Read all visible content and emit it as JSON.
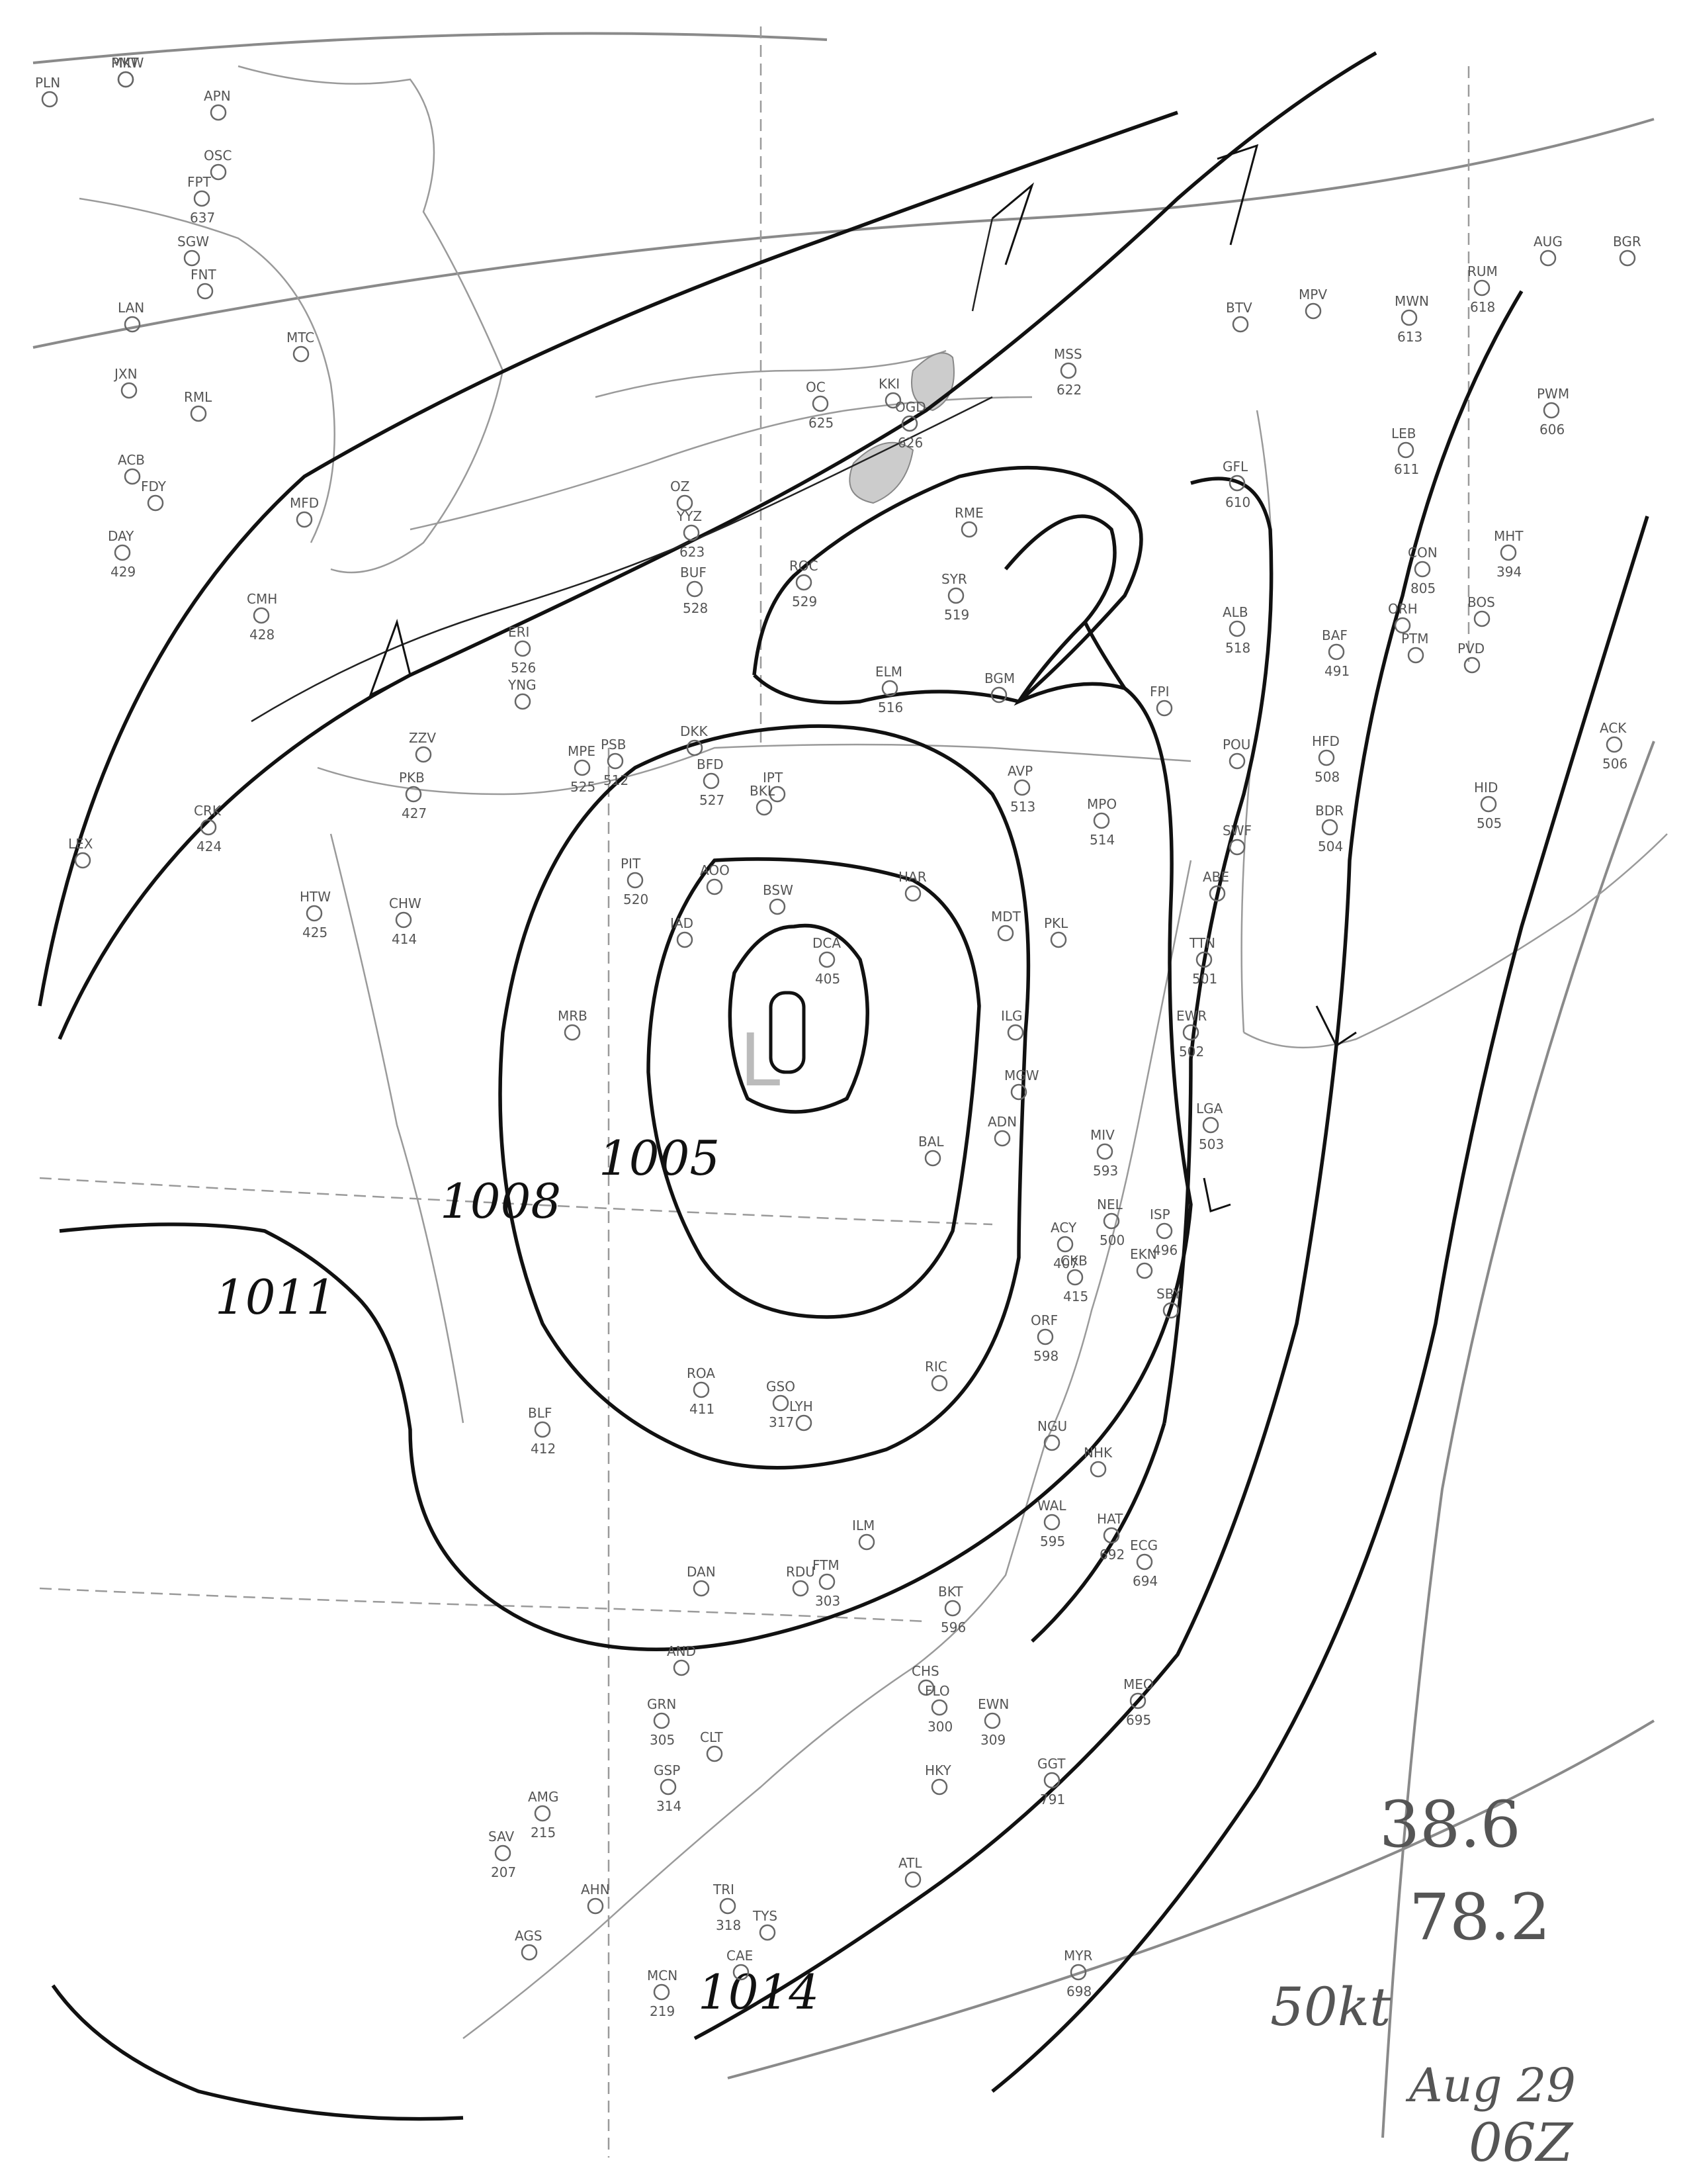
{
  "isobar_labels": [
    "1005",
    "1008",
    "1011",
    "1014"
  ],
  "low_label": "L",
  "annotations": {
    "latitude": "38.6",
    "longitude": "78.2",
    "wind": "50kt",
    "date": "Aug 29",
    "time": "06Z"
  },
  "stations": [
    {
      "id": "MKW",
      "num": ""
    },
    {
      "id": "PLN",
      "num": ""
    },
    {
      "id": "APN",
      "num": ""
    },
    {
      "id": "OSC",
      "num": ""
    },
    {
      "id": "FPT",
      "num": "637"
    },
    {
      "id": "SGW",
      "num": ""
    },
    {
      "id": "FNT",
      "num": ""
    },
    {
      "id": "LAN",
      "num": ""
    },
    {
      "id": "MTC",
      "num": ""
    },
    {
      "id": "JXN",
      "num": ""
    },
    {
      "id": "RML",
      "num": ""
    },
    {
      "id": "ACB",
      "num": ""
    },
    {
      "id": "FDY",
      "num": ""
    },
    {
      "id": "MFD",
      "num": ""
    },
    {
      "id": "DAY",
      "num": "429"
    },
    {
      "id": "CMH",
      "num": "428"
    },
    {
      "id": "LEX",
      "num": ""
    },
    {
      "id": "CRK",
      "num": "424"
    },
    {
      "id": "HTW",
      "num": "425"
    },
    {
      "id": "CHW",
      "num": "414"
    },
    {
      "id": "PKB",
      "num": "427"
    },
    {
      "id": "ZZV",
      "num": ""
    },
    {
      "id": "YNG",
      "num": ""
    },
    {
      "id": "ERI",
      "num": "526"
    },
    {
      "id": "BUF",
      "num": "528"
    },
    {
      "id": "ROC",
      "num": "529"
    },
    {
      "id": "SYR",
      "num": "519"
    },
    {
      "id": "RME",
      "num": ""
    },
    {
      "id": "ELM",
      "num": "516"
    },
    {
      "id": "BGM",
      "num": ""
    },
    {
      "id": "AVP",
      "num": "513"
    },
    {
      "id": "MPO",
      "num": "514"
    },
    {
      "id": "FPI",
      "num": ""
    },
    {
      "id": "GFL",
      "num": "610"
    },
    {
      "id": "ALB",
      "num": "518"
    },
    {
      "id": "POU",
      "num": ""
    },
    {
      "id": "SWF",
      "num": ""
    },
    {
      "id": "BDR",
      "num": "504"
    },
    {
      "id": "HFD",
      "num": "508"
    },
    {
      "id": "ORH",
      "num": ""
    },
    {
      "id": "BAF",
      "num": "491"
    },
    {
      "id": "PTM",
      "num": ""
    },
    {
      "id": "PVD",
      "num": ""
    },
    {
      "id": "BOS",
      "num": ""
    },
    {
      "id": "MHT",
      "num": "394"
    },
    {
      "id": "ACK",
      "num": "506"
    },
    {
      "id": "HID",
      "num": "505"
    },
    {
      "id": "CON",
      "num": "805"
    },
    {
      "id": "LEB",
      "num": "611"
    },
    {
      "id": "MWN",
      "num": "613"
    },
    {
      "id": "RUM",
      "num": "618"
    },
    {
      "id": "AUG",
      "num": ""
    },
    {
      "id": "PWM",
      "num": "606"
    },
    {
      "id": "BGR",
      "num": ""
    },
    {
      "id": "MPV",
      "num": ""
    },
    {
      "id": "BTV",
      "num": ""
    },
    {
      "id": "MSS",
      "num": "622"
    },
    {
      "id": "OGD",
      "num": "626"
    },
    {
      "id": "KKI",
      "num": ""
    },
    {
      "id": "OC",
      "num": "625"
    },
    {
      "id": "YYZ",
      "num": "623"
    },
    {
      "id": "OZ",
      "num": ""
    },
    {
      "id": "DKK",
      "num": ""
    },
    {
      "id": "BFD",
      "num": "527"
    },
    {
      "id": "IPT",
      "num": ""
    },
    {
      "id": "BKL",
      "num": ""
    },
    {
      "id": "PSB",
      "num": "512"
    },
    {
      "id": "MPE",
      "num": "525"
    },
    {
      "id": "PIT",
      "num": "520"
    },
    {
      "id": "AOO",
      "num": ""
    },
    {
      "id": "BSW",
      "num": ""
    },
    {
      "id": "HAR",
      "num": ""
    },
    {
      "id": "MDT",
      "num": ""
    },
    {
      "id": "PKL",
      "num": ""
    },
    {
      "id": "ABE",
      "num": ""
    },
    {
      "id": "TTN",
      "num": "501"
    },
    {
      "id": "EWR",
      "num": "502"
    },
    {
      "id": "LGA",
      "num": "503"
    },
    {
      "id": "ISP",
      "num": "496"
    },
    {
      "id": "NEL",
      "num": "500"
    },
    {
      "id": "ACY",
      "num": "407"
    },
    {
      "id": "MIV",
      "num": "593"
    },
    {
      "id": "ILG",
      "num": ""
    },
    {
      "id": "ADN",
      "num": ""
    },
    {
      "id": "BAL",
      "num": ""
    },
    {
      "id": "DCA",
      "num": "405"
    },
    {
      "id": "IAD",
      "num": ""
    },
    {
      "id": "MRB",
      "num": ""
    },
    {
      "id": "MGW",
      "num": ""
    },
    {
      "id": "CKB",
      "num": "415"
    },
    {
      "id": "EKN",
      "num": ""
    },
    {
      "id": "SBY",
      "num": ""
    },
    {
      "id": "NHK",
      "num": ""
    },
    {
      "id": "WAL",
      "num": "595"
    },
    {
      "id": "RIC",
      "num": ""
    },
    {
      "id": "LYH",
      "num": ""
    },
    {
      "id": "ROA",
      "num": "411"
    },
    {
      "id": "BLF",
      "num": "412"
    },
    {
      "id": "ORF",
      "num": "598"
    },
    {
      "id": "NGU",
      "num": ""
    },
    {
      "id": "ECG",
      "num": "694"
    },
    {
      "id": "HAT",
      "num": "692"
    },
    {
      "id": "MEO",
      "num": "695"
    },
    {
      "id": "EWN",
      "num": "309"
    },
    {
      "id": "CHS",
      "num": ""
    },
    {
      "id": "ILM",
      "num": ""
    },
    {
      "id": "RDU",
      "num": ""
    },
    {
      "id": "GSO",
      "num": "317"
    },
    {
      "id": "DAN",
      "num": ""
    },
    {
      "id": "HKY",
      "num": ""
    },
    {
      "id": "TRI",
      "num": "318"
    },
    {
      "id": "TYS",
      "num": ""
    },
    {
      "id": "GSP",
      "num": "314"
    },
    {
      "id": "CLT",
      "num": ""
    },
    {
      "id": "AND",
      "num": ""
    },
    {
      "id": "FLO",
      "num": "300"
    },
    {
      "id": "CAE",
      "num": ""
    },
    {
      "id": "FTM",
      "num": "303"
    },
    {
      "id": "GRN",
      "num": "305"
    },
    {
      "id": "AHN",
      "num": ""
    },
    {
      "id": "AGS",
      "num": ""
    },
    {
      "id": "SAV",
      "num": "207"
    },
    {
      "id": "AMG",
      "num": "215"
    },
    {
      "id": "ATL",
      "num": ""
    },
    {
      "id": "MCN",
      "num": "219"
    },
    {
      "id": "MYR",
      "num": "698"
    },
    {
      "id": "GGT",
      "num": "791"
    },
    {
      "id": "BKT",
      "num": "596"
    },
    {
      "id": "PMT",
      "num": ""
    }
  ]
}
